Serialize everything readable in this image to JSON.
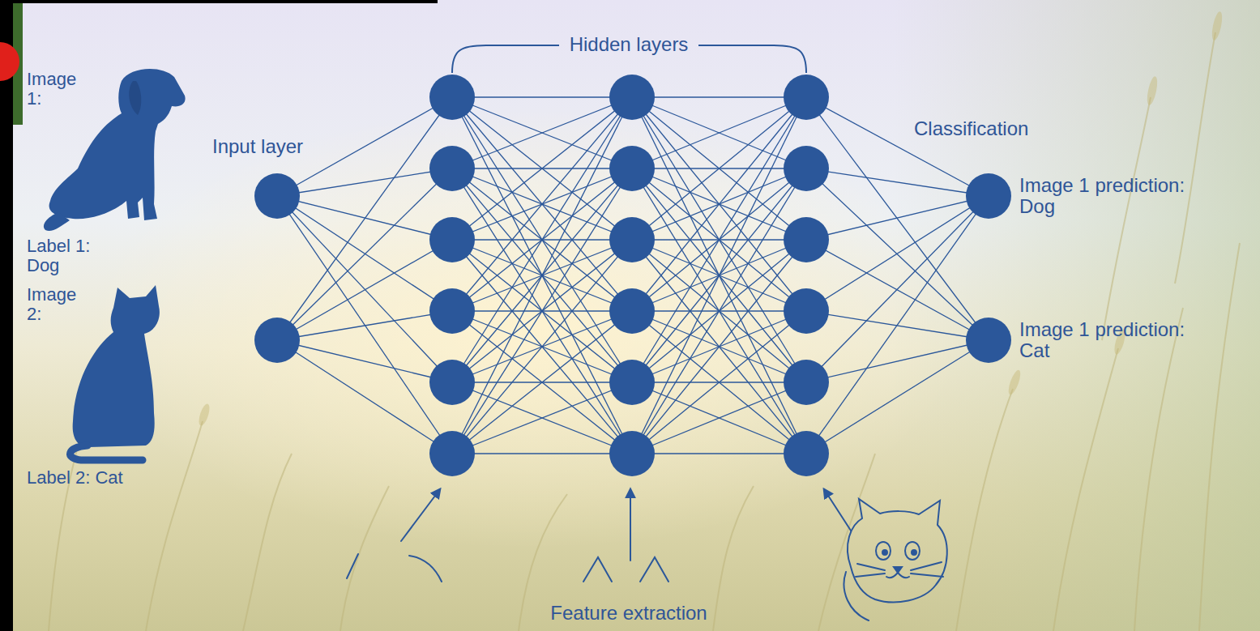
{
  "diagram": {
    "labels": [
      "Image 1:",
      "Label 1: Dog",
      "Image 2:",
      "Label 2: Cat",
      "Hidden layers",
      "Input layer",
      "Classification",
      "Image 1 prediction: Dog",
      "Image 1 prediction: Cat",
      "Feature extraction"
    ]
  }
}
